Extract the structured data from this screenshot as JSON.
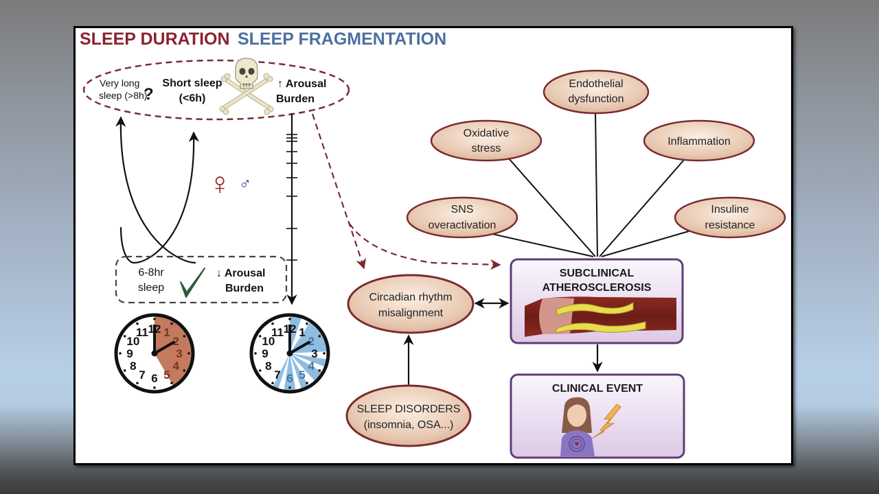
{
  "headers": {
    "sleep_duration": "SLEEP DURATION",
    "sleep_fragmentation": "SLEEP FRAGMENTATION"
  },
  "risk_group": {
    "very_long_sleep_line1": "Very long",
    "very_long_sleep_line2": "sleep (>8h)",
    "question_mark": "?",
    "short_sleep_line1": "Short sleep",
    "short_sleep_line2": "(<6h)",
    "arousal_up_line1": "↑ Arousal",
    "arousal_up_line2": "Burden",
    "skull_icon": "skull-crossbones-icon"
  },
  "gender_symbols": {
    "female": "♀",
    "male": "♂"
  },
  "healthy_group": {
    "sleep_line1": "6-8hr",
    "sleep_line2": "sleep",
    "checkmark": "✔",
    "arousal_down_line1": "↓ Arousal",
    "arousal_down_line2": "Burden"
  },
  "clocks": {
    "numbers": [
      "12",
      "1",
      "2",
      "3",
      "4",
      "5",
      "6",
      "7",
      "8",
      "9",
      "10",
      "11"
    ],
    "duration_clock": {
      "shaded_from_hour": 0,
      "shaded_to_hour": 5,
      "hour_hand_at": 2,
      "color": "#c47a5e"
    },
    "fragmentation_clock": {
      "segments": [
        [
          0,
          0.6
        ],
        [
          1.1,
          2.9
        ],
        [
          3.3,
          3.7
        ],
        [
          4.0,
          4.6
        ],
        [
          5.0,
          5.4
        ],
        [
          5.7,
          6.3
        ],
        [
          6.6,
          6.9
        ]
      ],
      "hour_hand_at": 2,
      "color": "#8fbde0"
    }
  },
  "mechanisms": [
    {
      "id": "endothelial",
      "line1": "Endothelial",
      "line2": "dysfunction"
    },
    {
      "id": "oxidative",
      "line1": "Oxidative",
      "line2": "stress"
    },
    {
      "id": "inflammation",
      "line1": "Inflammation",
      "line2": ""
    },
    {
      "id": "sns",
      "line1": "SNS",
      "line2": "overactivation"
    },
    {
      "id": "insuline",
      "line1": "Insuline",
      "line2": "resistance"
    }
  ],
  "circadian": {
    "line1": "Circadian rhythm",
    "line2": "misalignment"
  },
  "sleep_disorders": {
    "line1": "SLEEP DISORDERS",
    "line2": "(insomnia, OSA...)"
  },
  "subclinical": {
    "line1": "SUBCLINICAL",
    "line2": "ATHEROSCLEROSIS"
  },
  "clinical_event": {
    "title": "CLINICAL EVENT"
  },
  "colors": {
    "duration_red": "#8b2230",
    "fragmentation_blue": "#4d6f9e",
    "node_fill": "#e8c9b2",
    "node_border": "#7a2a30",
    "box_border": "#5e3c78",
    "box_fill": "#f1e9f5"
  }
}
